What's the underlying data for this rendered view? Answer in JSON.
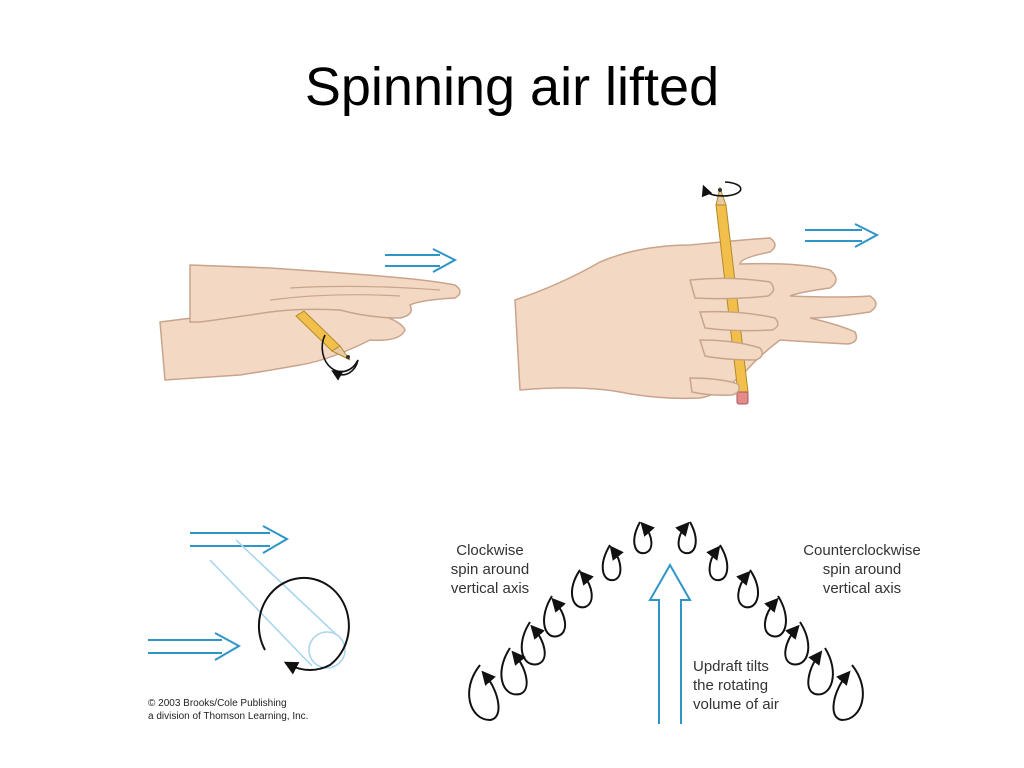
{
  "slide": {
    "title": "Spinning air lifted"
  },
  "diagram": {
    "labels": {
      "clockwise": "Clockwise\nspin around\nvertical axis",
      "counterclockwise": "Counterclockwise\nspin around\nvertical axis",
      "updraft": "Updraft tilts\nthe rotating\nvolume of air"
    },
    "copyright": "© 2003 Brooks/Cole Publishing\na division of Thomson Learning, Inc."
  },
  "colors": {
    "skin": "#f3d9c4",
    "skin_outline": "#c9a48c",
    "wind_arrow": "#2f95c7",
    "pencil": "#f2c04a",
    "eraser": "#e58a8a",
    "rotation_arrow": "#111111",
    "tube": "#a9d6ee"
  }
}
